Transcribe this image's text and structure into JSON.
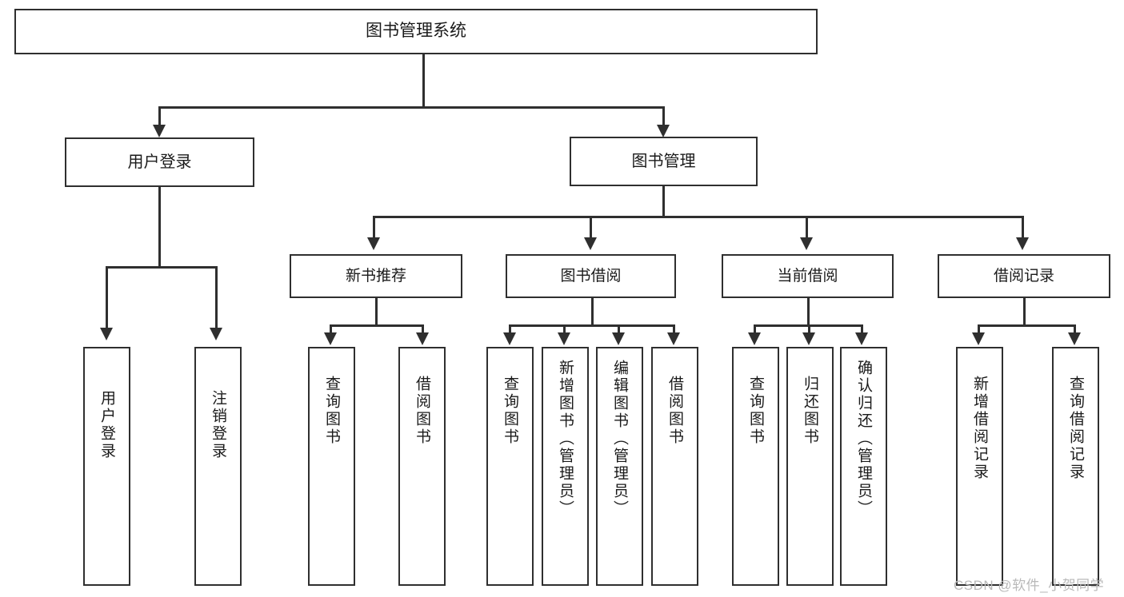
{
  "diagram": {
    "title": "图书管理系统",
    "type": "tree",
    "root": {
      "label": "图书管理系统"
    },
    "level1": [
      {
        "label": "用户登录"
      },
      {
        "label": "图书管理"
      }
    ],
    "level2": [
      {
        "label": "新书推荐"
      },
      {
        "label": "图书借阅"
      },
      {
        "label": "当前借阅"
      },
      {
        "label": "借阅记录"
      }
    ],
    "leaves": {
      "user_login": [
        {
          "label": "用户登录"
        },
        {
          "label": "注销登录"
        }
      ],
      "new_book_recommend": [
        {
          "label": "查询图书"
        },
        {
          "label": "借阅图书"
        }
      ],
      "book_borrow": [
        {
          "label": "查询图书"
        },
        {
          "label": "新增图书（管理员）"
        },
        {
          "label": "编辑图书（管理员）"
        },
        {
          "label": "借阅图书"
        }
      ],
      "current_borrow": [
        {
          "label": "查询图书"
        },
        {
          "label": "归还图书"
        },
        {
          "label": "确认归还（管理员）"
        }
      ],
      "borrow_record": [
        {
          "label": "新增借阅记录"
        },
        {
          "label": "查询借阅记录"
        }
      ]
    }
  },
  "watermark": {
    "text": "CSDN @软件_小贺同学"
  },
  "colors": {
    "stroke": "#2f2f2f",
    "fill": "#ffffff",
    "text": "#1a1a1a",
    "watermark": "#b9b9b9"
  }
}
